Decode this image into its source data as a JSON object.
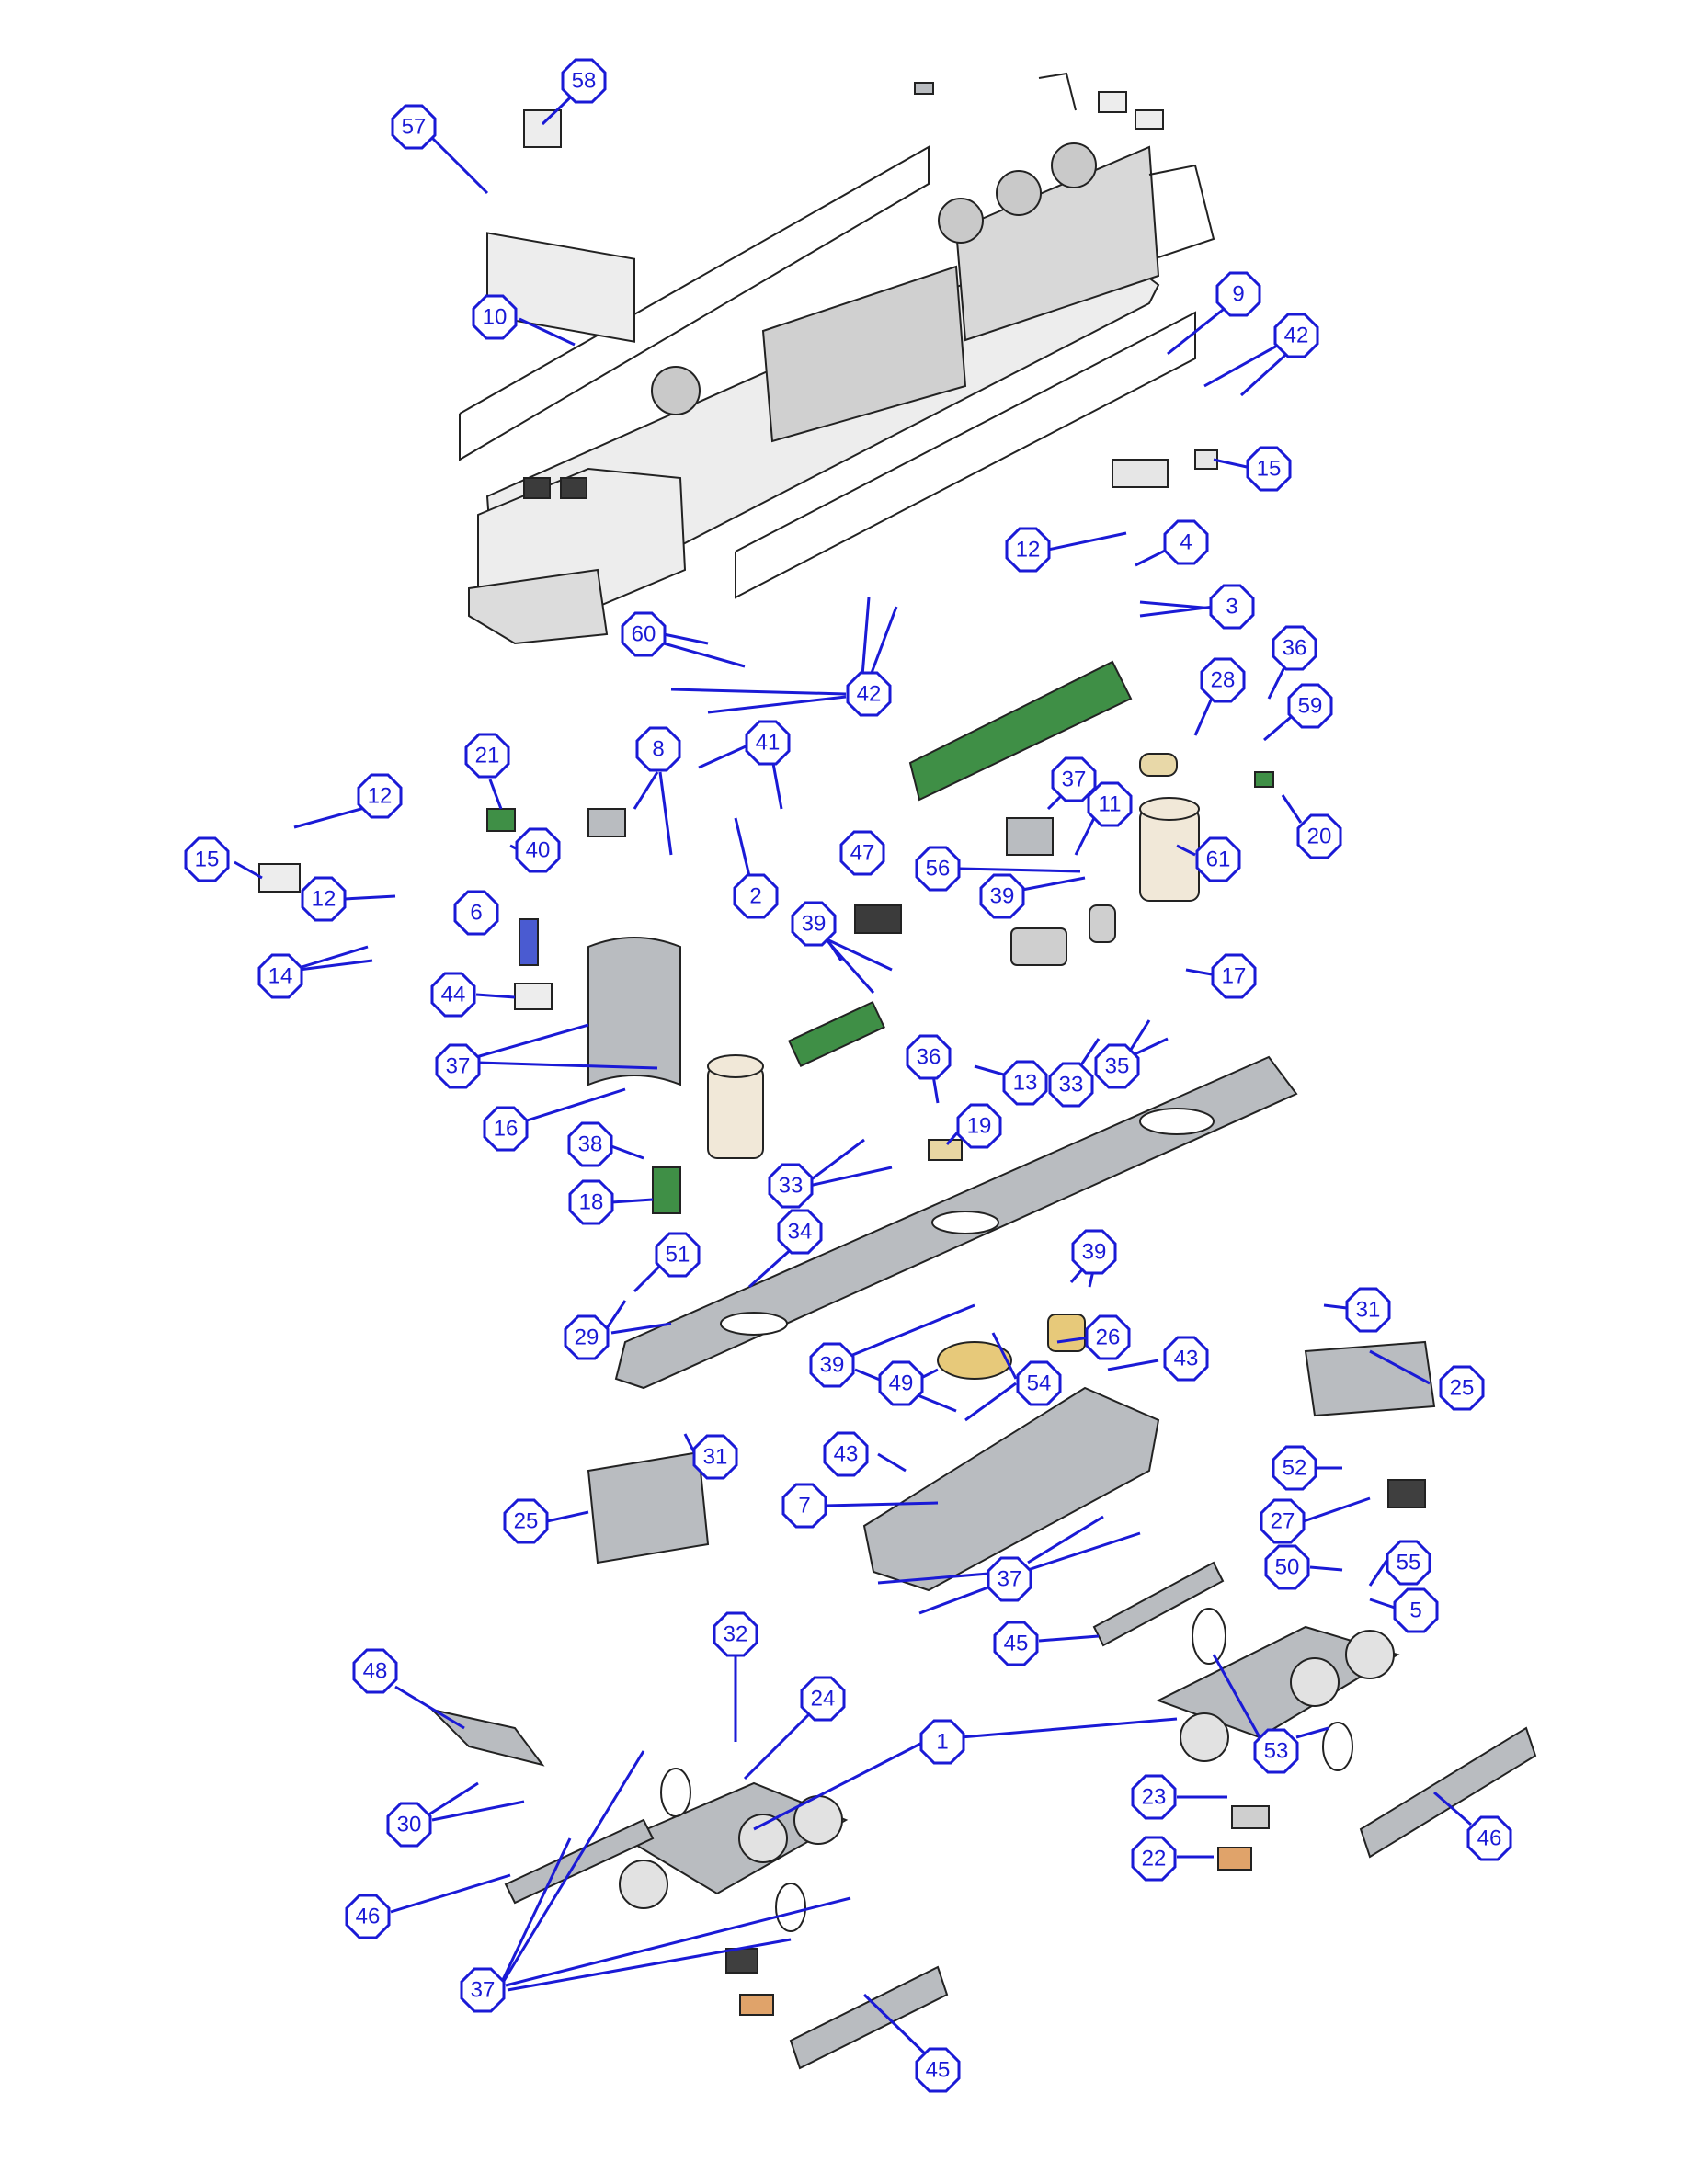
{
  "colors": {
    "callout_stroke": "#1a1ad6",
    "callout_text": "#1a1ad6",
    "background": "#ffffff"
  },
  "callouts": [
    {
      "id": "c57",
      "label": "57"
    },
    {
      "id": "c58",
      "label": "58"
    },
    {
      "id": "c10",
      "label": "10"
    },
    {
      "id": "c9",
      "label": "9"
    },
    {
      "id": "c42a",
      "label": "42"
    },
    {
      "id": "c15a",
      "label": "15"
    },
    {
      "id": "c12a",
      "label": "12"
    },
    {
      "id": "c4",
      "label": "4"
    },
    {
      "id": "c3",
      "label": "3"
    },
    {
      "id": "c36a",
      "label": "36"
    },
    {
      "id": "c28",
      "label": "28"
    },
    {
      "id": "c59",
      "label": "59"
    },
    {
      "id": "c20",
      "label": "20"
    },
    {
      "id": "c60",
      "label": "60"
    },
    {
      "id": "c42b",
      "label": "42"
    },
    {
      "id": "c21",
      "label": "21"
    },
    {
      "id": "c8",
      "label": "8"
    },
    {
      "id": "c41",
      "label": "41"
    },
    {
      "id": "c37a",
      "label": "37"
    },
    {
      "id": "c11",
      "label": "11"
    },
    {
      "id": "c12b",
      "label": "12"
    },
    {
      "id": "c15b",
      "label": "15"
    },
    {
      "id": "c12c",
      "label": "12"
    },
    {
      "id": "c40",
      "label": "40"
    },
    {
      "id": "c2",
      "label": "2"
    },
    {
      "id": "c47",
      "label": "47"
    },
    {
      "id": "c56",
      "label": "56"
    },
    {
      "id": "c61",
      "label": "61"
    },
    {
      "id": "c39a",
      "label": "39"
    },
    {
      "id": "c6",
      "label": "6"
    },
    {
      "id": "c39b",
      "label": "39"
    },
    {
      "id": "c14",
      "label": "14"
    },
    {
      "id": "c17",
      "label": "17"
    },
    {
      "id": "c44",
      "label": "44"
    },
    {
      "id": "c37b",
      "label": "37"
    },
    {
      "id": "c36b",
      "label": "36"
    },
    {
      "id": "c13",
      "label": "13"
    },
    {
      "id": "c33a",
      "label": "33"
    },
    {
      "id": "c35",
      "label": "35"
    },
    {
      "id": "c16",
      "label": "16"
    },
    {
      "id": "c19",
      "label": "19"
    },
    {
      "id": "c38",
      "label": "38"
    },
    {
      "id": "c33b",
      "label": "33"
    },
    {
      "id": "c18",
      "label": "18"
    },
    {
      "id": "c34",
      "label": "34"
    },
    {
      "id": "c51",
      "label": "51"
    },
    {
      "id": "c39c",
      "label": "39"
    },
    {
      "id": "c31a",
      "label": "31"
    },
    {
      "id": "c29",
      "label": "29"
    },
    {
      "id": "c26",
      "label": "26"
    },
    {
      "id": "c39d",
      "label": "39"
    },
    {
      "id": "c49",
      "label": "49"
    },
    {
      "id": "c54",
      "label": "54"
    },
    {
      "id": "c43a",
      "label": "43"
    },
    {
      "id": "c25a",
      "label": "25"
    },
    {
      "id": "c31b",
      "label": "31"
    },
    {
      "id": "c43b",
      "label": "43"
    },
    {
      "id": "c52",
      "label": "52"
    },
    {
      "id": "c7",
      "label": "7"
    },
    {
      "id": "c25b",
      "label": "25"
    },
    {
      "id": "c27",
      "label": "27"
    },
    {
      "id": "c37c",
      "label": "37"
    },
    {
      "id": "c50",
      "label": "50"
    },
    {
      "id": "c55",
      "label": "55"
    },
    {
      "id": "c5",
      "label": "5"
    },
    {
      "id": "c45a",
      "label": "45"
    },
    {
      "id": "c32",
      "label": "32"
    },
    {
      "id": "c48",
      "label": "48"
    },
    {
      "id": "c24",
      "label": "24"
    },
    {
      "id": "c1",
      "label": "1"
    },
    {
      "id": "c53",
      "label": "53"
    },
    {
      "id": "c30",
      "label": "30"
    },
    {
      "id": "c23",
      "label": "23"
    },
    {
      "id": "c46a",
      "label": "46"
    },
    {
      "id": "c22",
      "label": "22"
    },
    {
      "id": "c46b",
      "label": "46"
    },
    {
      "id": "c37d",
      "label": "37"
    },
    {
      "id": "c45b",
      "label": "45"
    }
  ]
}
